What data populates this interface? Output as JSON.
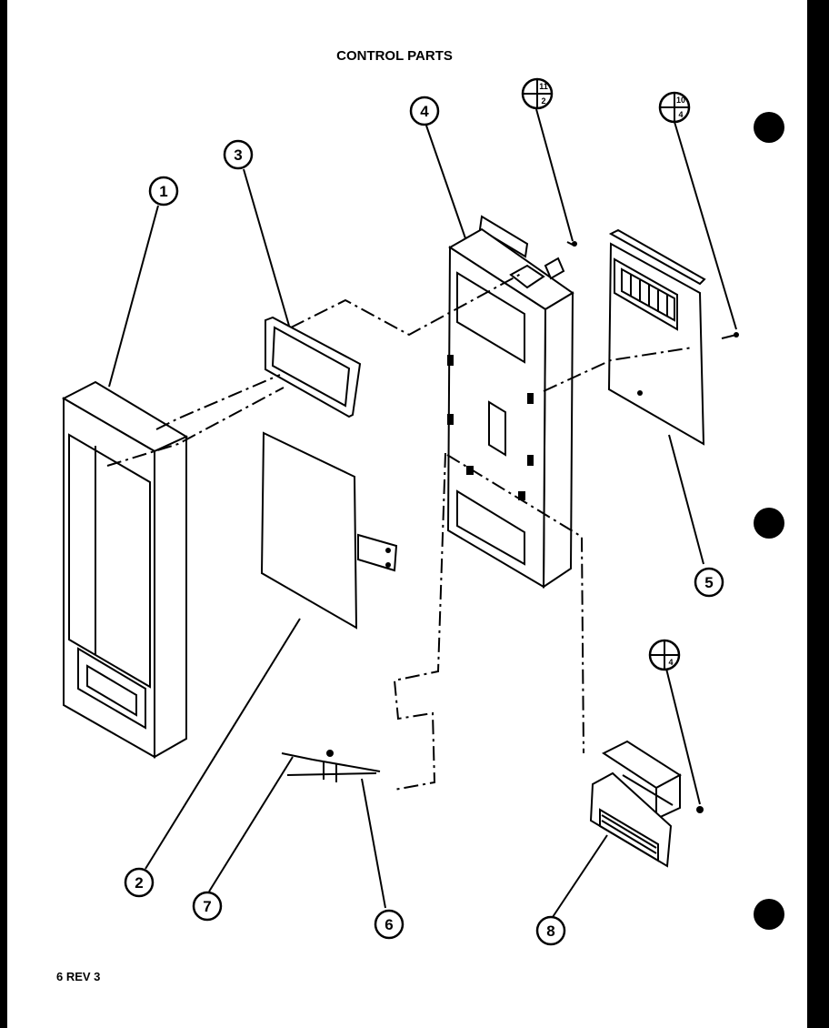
{
  "title": "CONTROL PARTS",
  "footer": "6 REV 3",
  "callouts": [
    "1",
    "2",
    "3",
    "4",
    "5",
    "6",
    "7",
    "8"
  ],
  "screw_callouts": [
    {
      "top": "11",
      "bottom": "2"
    },
    {
      "top": "10",
      "bottom": "4"
    },
    {
      "top": "",
      "bottom": "4"
    }
  ]
}
